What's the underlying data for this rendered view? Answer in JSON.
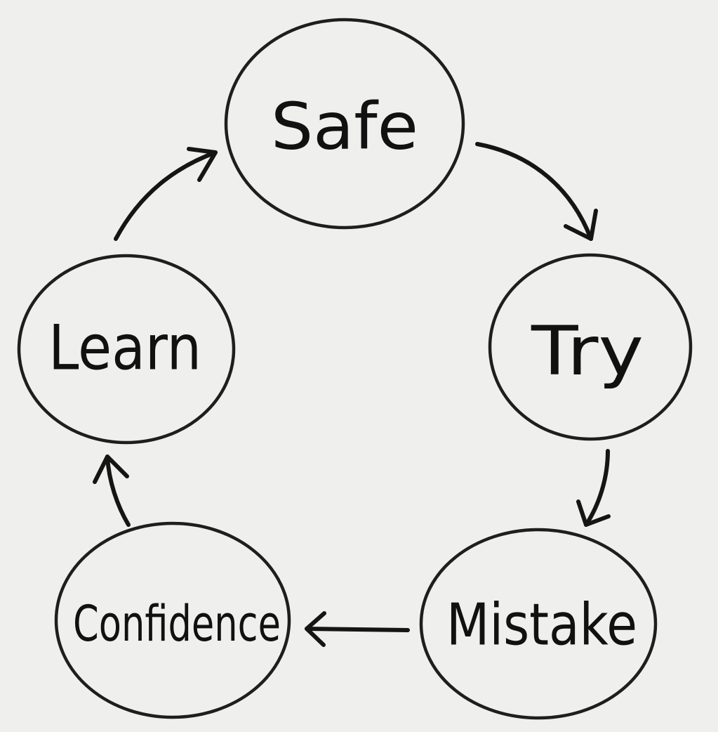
{
  "diagram": {
    "background_color": "#efefed",
    "ink_color": "#151515",
    "nodes": [
      {
        "id": "safe",
        "label": "Safe"
      },
      {
        "id": "try",
        "label": "Try"
      },
      {
        "id": "mistake",
        "label": "Mistake"
      },
      {
        "id": "confidence",
        "label": "Confidence"
      },
      {
        "id": "learn",
        "label": "Learn"
      }
    ],
    "edges": [
      {
        "from": "safe",
        "to": "try"
      },
      {
        "from": "try",
        "to": "mistake"
      },
      {
        "from": "mistake",
        "to": "confidence"
      },
      {
        "from": "confidence",
        "to": "learn"
      },
      {
        "from": "learn",
        "to": "safe"
      }
    ]
  }
}
